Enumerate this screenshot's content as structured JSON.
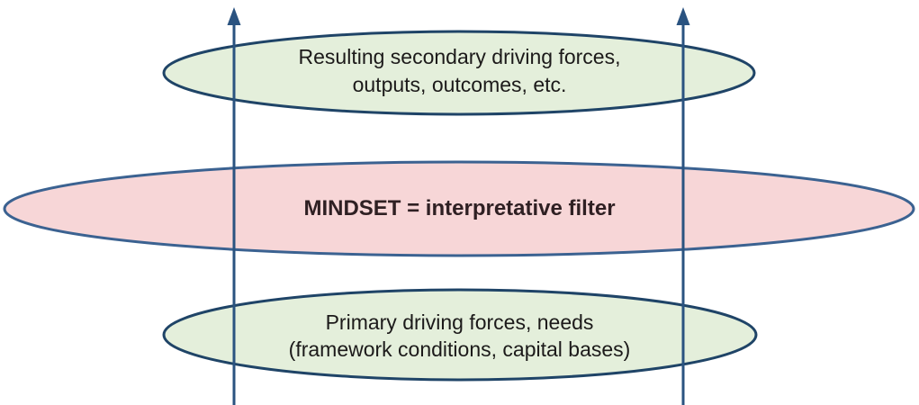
{
  "diagram": {
    "name": "mindset-interpretative-filter-diagram",
    "ellipses": [
      {
        "id": "secondary-forces",
        "lines": [
          "Resulting secondary driving forces,",
          "outputs, outcomes, etc."
        ],
        "fill": "#e4efdb",
        "stroke": "#1f4467"
      },
      {
        "id": "mindset-filter",
        "lines": [
          "MINDSET = interpretative filter"
        ],
        "fill": "#f7d6d7",
        "stroke": "#3b6291"
      },
      {
        "id": "primary-forces",
        "lines": [
          "Primary driving forces, needs",
          "(framework conditions, capital bases)"
        ],
        "fill": "#e4efdb",
        "stroke": "#1f4467"
      }
    ],
    "arrows": {
      "count": 2,
      "direction": "up",
      "color": "#2a5380"
    },
    "colors": {
      "background": "#ffffff",
      "green_fill": "#e4efdb",
      "pink_fill": "#f7d6d7",
      "dark_border": "#1f4467",
      "pink_border": "#3b6291",
      "arrow": "#2a5380",
      "text": "#1c1a1a",
      "mindset_text": "#2f2023"
    }
  }
}
